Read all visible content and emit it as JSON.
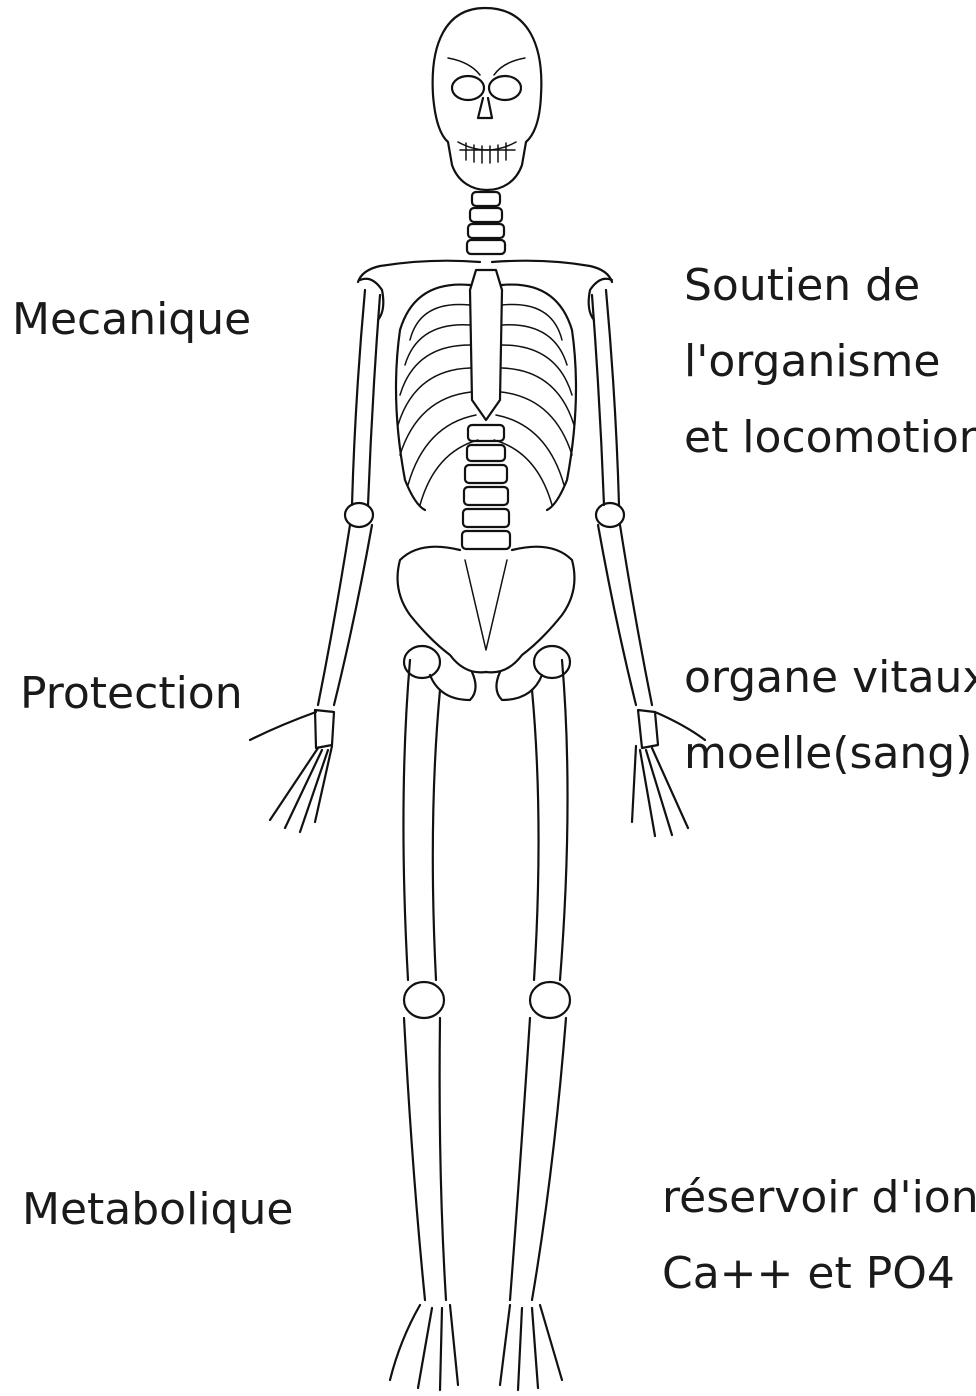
{
  "rows": [
    {
      "function": "Mecanique",
      "description": [
        "Soutien de",
        "l'organisme",
        "et locomotion"
      ]
    },
    {
      "function": "Protection",
      "description": [
        "organe vitaux,",
        "moelle(sang)"
      ]
    },
    {
      "function": "Metabolique",
      "description": [
        "réservoir d'ions",
        "Ca++ et PO4"
      ]
    }
  ],
  "figure": {
    "icon": "human-skeleton-drawing"
  }
}
